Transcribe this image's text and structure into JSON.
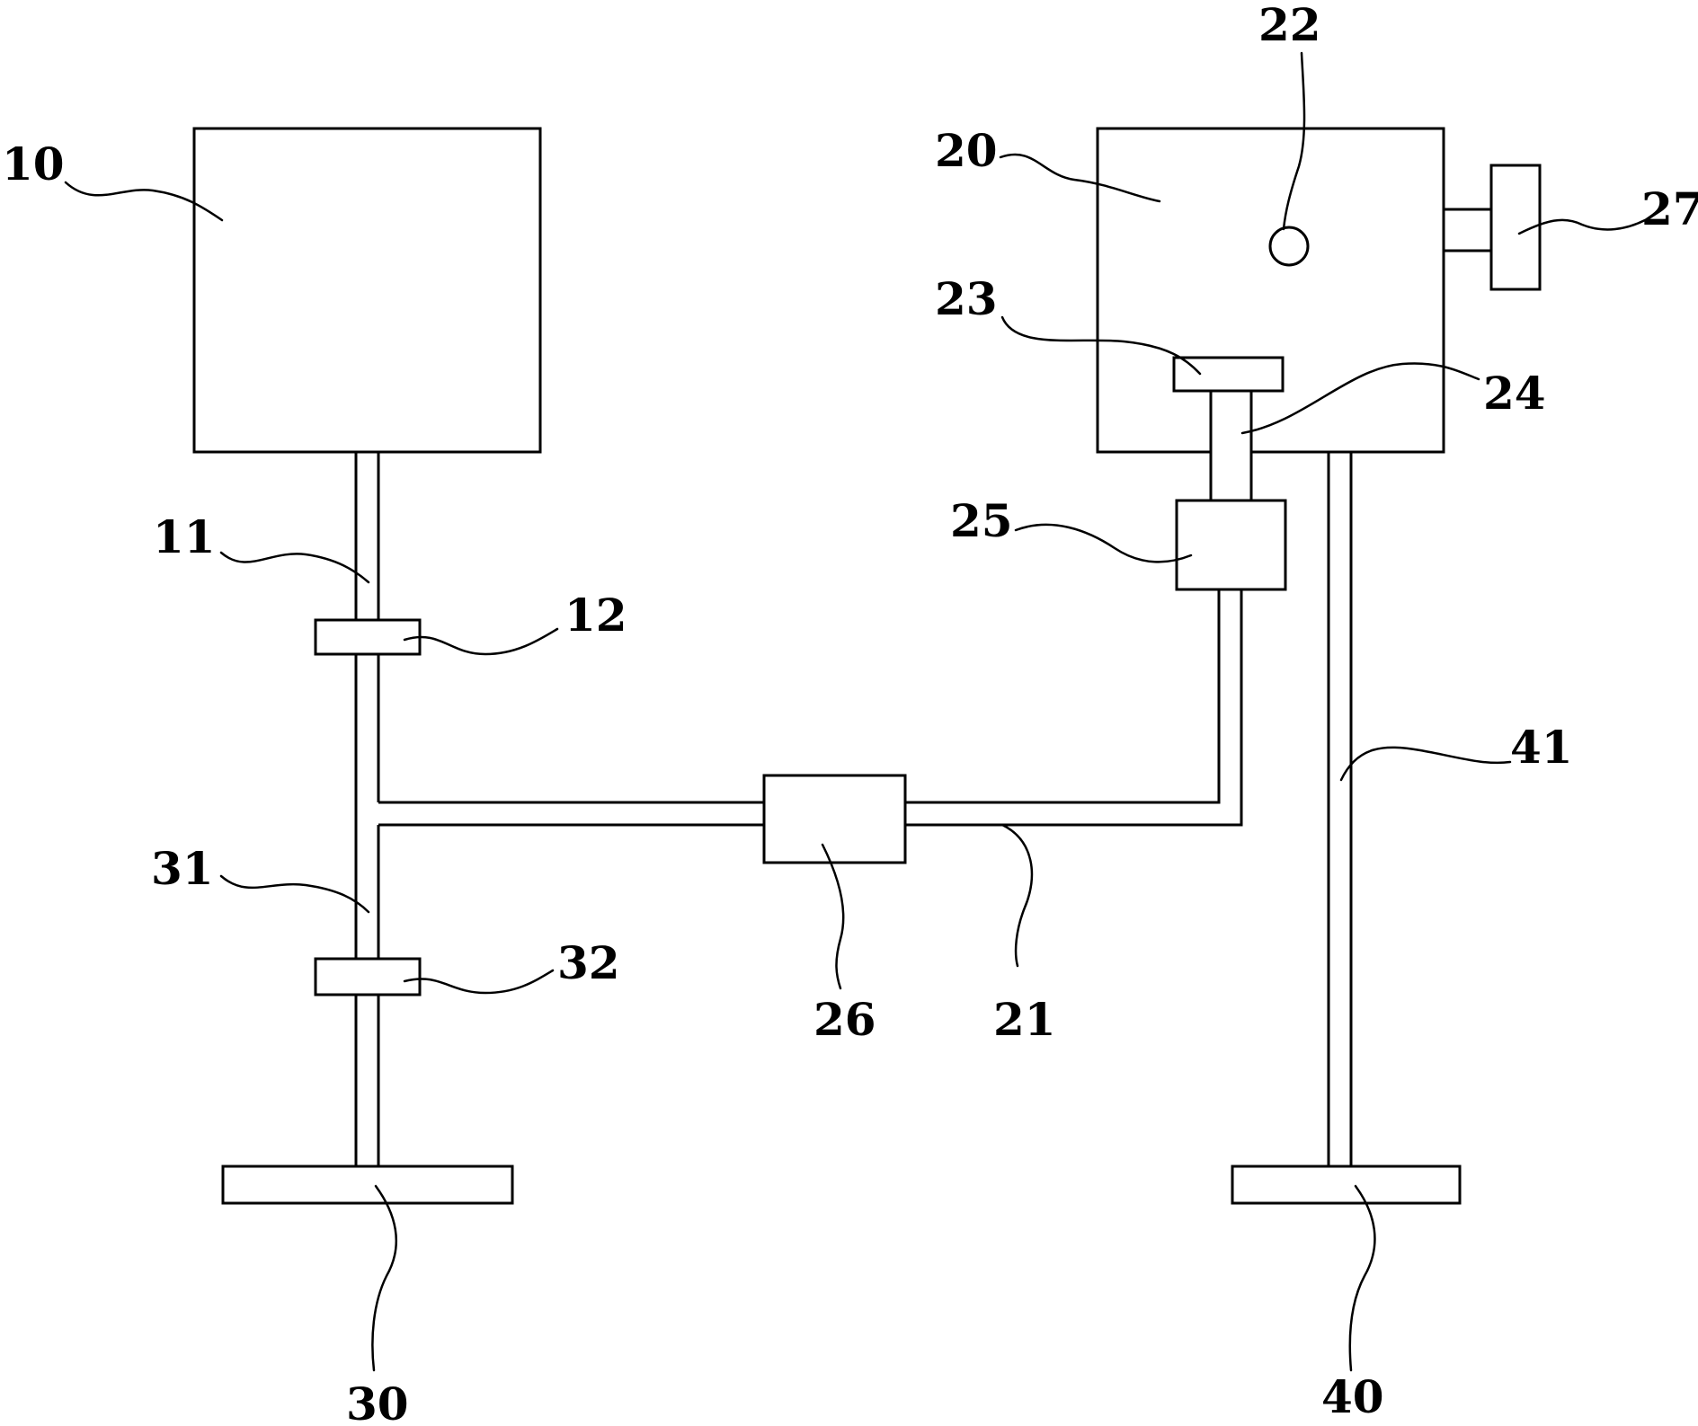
{
  "labels": {
    "l10": "10",
    "l11": "11",
    "l12": "12",
    "l20": "20",
    "l21": "21",
    "l22": "22",
    "l23": "23",
    "l24": "24",
    "l25": "25",
    "l26": "26",
    "l27": "27",
    "l30": "30",
    "l31": "31",
    "l32": "32",
    "l40": "40",
    "l41": "41"
  },
  "colors": {
    "line": "#000000",
    "background": "#ffffff"
  }
}
